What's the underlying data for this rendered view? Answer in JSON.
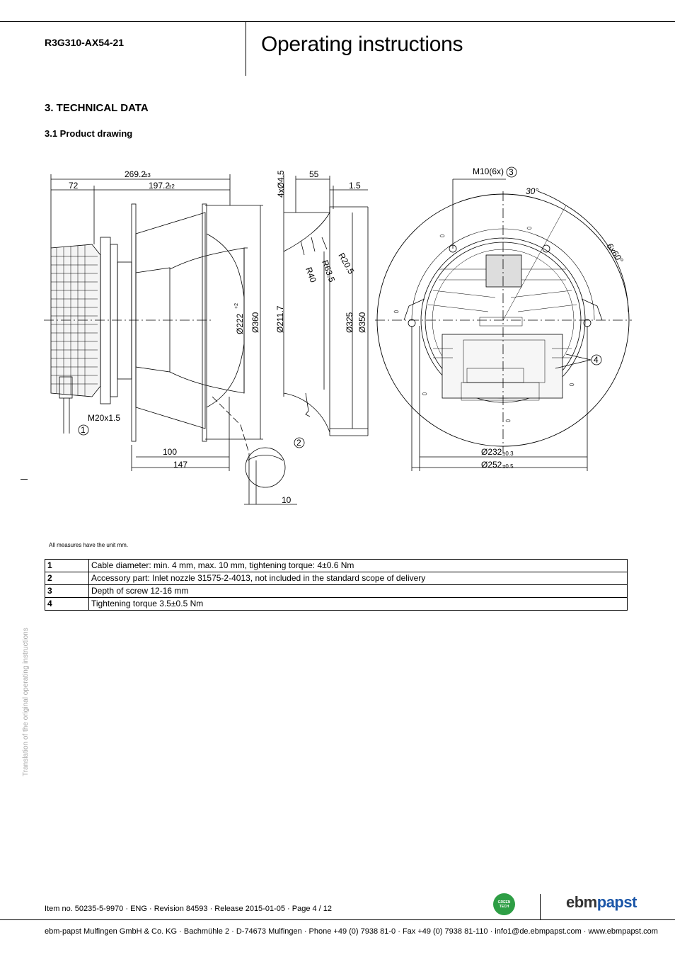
{
  "header": {
    "model": "R3G310-AX54-21",
    "title": "Operating instructions"
  },
  "section": {
    "heading": "3. TECHNICAL DATA",
    "subheading": "3.1 Product drawing"
  },
  "drawing": {
    "dims": {
      "d269": "269.2",
      "d269_tol": "±3",
      "d72": "72",
      "d197": "197.2",
      "d197_tol": "±2",
      "d4x": "4xØ4.5",
      "d55": "55",
      "d15": "1.5",
      "d222": "Ø222",
      "d222_tol": "+2",
      "d360": "Ø360",
      "d2117": "Ø211.7",
      "d325": "Ø325",
      "d350": "Ø350",
      "r40": "R40",
      "r635": "R63.5",
      "r205": "R20.5",
      "m20": "M20x1.5",
      "d100": "100",
      "d147": "147",
      "d10": "10",
      "m10": "M10(6x)",
      "a30": "30°",
      "a6x60": "6x60°",
      "d232": "Ø232",
      "d232_tol": "±0.3",
      "d252": "Ø252",
      "d252_tol": "±0.5"
    },
    "callouts": [
      "1",
      "2",
      "3",
      "4"
    ]
  },
  "units_note": "All measures have the unit mm.",
  "notes_table": [
    {
      "num": "1",
      "text": "Cable diameter: min. 4 mm, max. 10 mm, tightening torque: 4±0.6 Nm"
    },
    {
      "num": "2",
      "text": "Accessory part: Inlet nozzle 31575-2-4013, not included in the standard scope of delivery"
    },
    {
      "num": "3",
      "text": "Depth of screw 12-16 mm"
    },
    {
      "num": "4",
      "text": "Tightening torque 3.5±0.5 Nm"
    }
  ],
  "side_note": "Translation of the original operating instructions",
  "footer": {
    "item": "Item no. 50235-5-9970 · ENG · Revision 84593 · Release 2015-01-05 · Page 4 / 12",
    "address": "ebm-papst Mulfingen GmbH & Co. KG · Bachmühle 2 · D-74673 Mulfingen · Phone +49 (0) 7938 81-0 · Fax +49 (0) 7938 81-110 · info1@de.ebmpapst.com · www.ebmpapst.com",
    "badge": "GREEN TECH",
    "logo_a": "ebm",
    "logo_b": "papst"
  }
}
